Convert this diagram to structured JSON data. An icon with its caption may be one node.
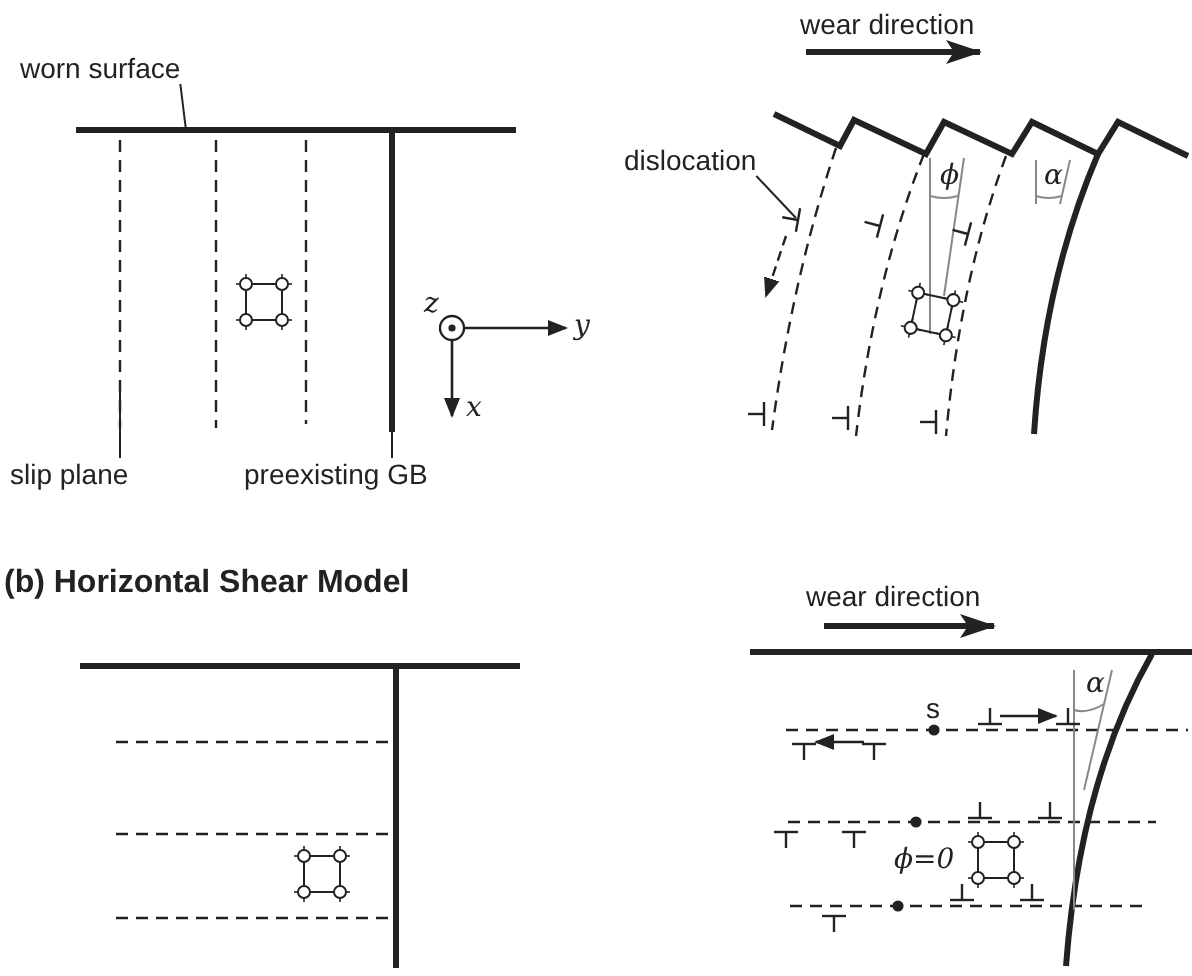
{
  "diagram": {
    "nodes": [
      {
        "text": [
          "worn surface"
        ]
      },
      {
        "text": [],
        "shape": "line"
      },
      {
        "text": [
          "slip plane"
        ]
      },
      {
        "text": [],
        "shape": "line"
      },
      {
        "text": [
          "preexisting GB"
        ]
      },
      {
        "text": [],
        "shape": "line"
      },
      {
        "text": [
          "dislocation"
        ]
      },
      {
        "text": [],
        "shape": "line"
      }
    ],
    "edges": [
      {
        "from": 0,
        "to": 1,
        "arrow": "none"
      },
      {
        "from": 2,
        "to": 3,
        "arrow": "none"
      },
      {
        "from": 4,
        "to": 5,
        "arrow": "none"
      },
      {
        "from": 6,
        "to": 7,
        "arrow": "none"
      }
    ],
    "labels": [
      "wear direction",
      "ϕ",
      "α",
      "z",
      "y",
      "x",
      "(b) Horizontal Shear Model",
      "wear direction",
      "α",
      "s",
      "ϕ=0"
    ]
  }
}
